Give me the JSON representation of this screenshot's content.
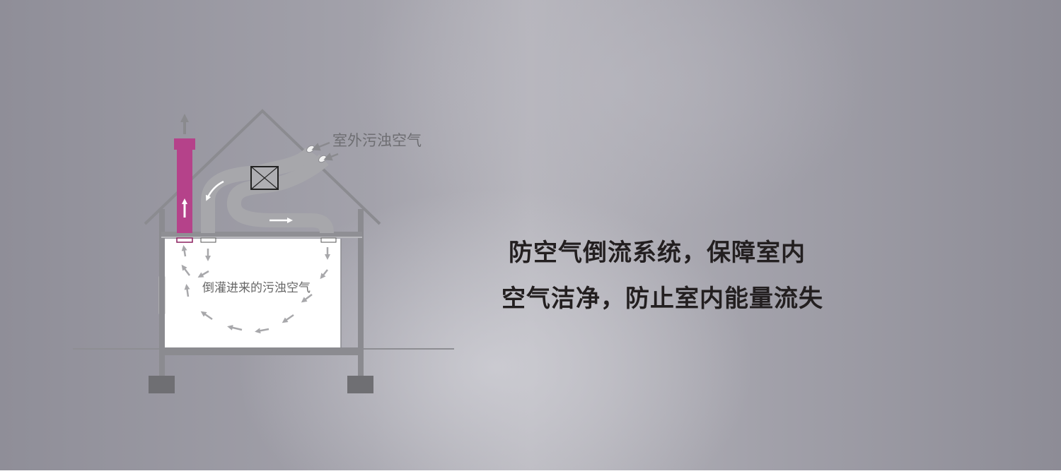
{
  "diagram": {
    "outdoor_label": "室外污浊空气",
    "indoor_label": "倒灌进来的污浊空气"
  },
  "headline": {
    "line1": "防空气倒流系统，保障室内",
    "line2": "空气洁净，防止室内能量流失"
  },
  "colors": {
    "chimney": "#b5428a",
    "duct": "#a5a5a9",
    "frame": "#8b8b90",
    "arrow": "#a8a8ab",
    "headline_text": "#231f20",
    "label_text": "#666666"
  },
  "icons": [
    "up-arrow-icon",
    "airflow-arrow-icon",
    "fan-box-icon"
  ]
}
